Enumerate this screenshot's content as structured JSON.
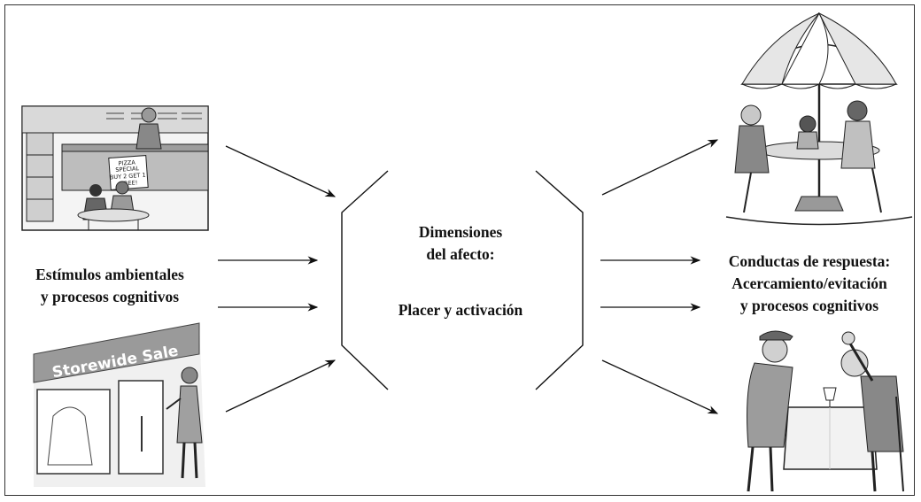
{
  "left_label": {
    "line1": "Estímulos ambientales",
    "line2": "y procesos cognitivos"
  },
  "center_label": {
    "line1": "Dimensiones",
    "line2": "del afecto:",
    "line3": "Placer y activación"
  },
  "right_label": {
    "line1": "Conductas de respuesta:",
    "line2": "Acercamiento/evitación",
    "line3": "y procesos cognitivos"
  },
  "illustrations": {
    "pizza_sign": {
      "line1": "PIZZA",
      "line2": "SPECIAL",
      "line3": "BUY 2 GET 1",
      "line4": "FREE!"
    },
    "store_banner": "Storewide Sale"
  }
}
